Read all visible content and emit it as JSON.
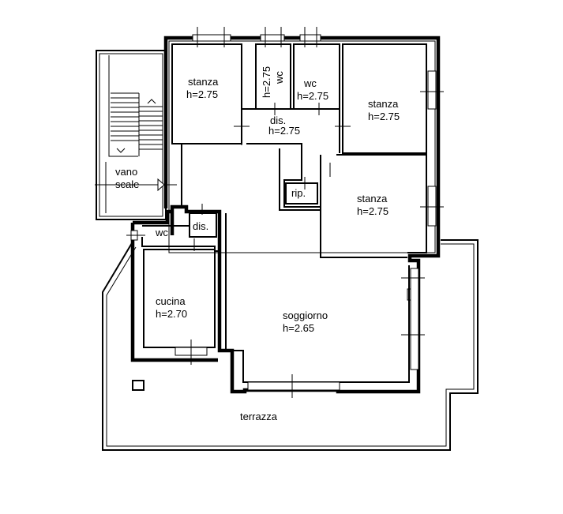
{
  "rooms": {
    "stanza_1": {
      "name": "stanza",
      "height": "h=2.75"
    },
    "wc_1": {
      "name": "wc",
      "height": "h=2.75"
    },
    "wc_2": {
      "name": "wc",
      "height": "h=2.75"
    },
    "stanza_2": {
      "name": "stanza",
      "height": "h=2.75"
    },
    "dis_1": {
      "name": "dis.",
      "height": "h=2.75"
    },
    "vano_scale": {
      "name": "vano",
      "name2": "scale"
    },
    "stanza_3": {
      "name": "stanza",
      "height": "h=2.75"
    },
    "rip": {
      "name": "rip."
    },
    "wc_3": {
      "name": "wc"
    },
    "dis_2": {
      "name": "dis."
    },
    "cucina": {
      "name": "cucina",
      "height": "h=2.70"
    },
    "soggiorno": {
      "name": "soggiorno",
      "height": "h=2.65"
    },
    "terrazza": {
      "name": "terrazza"
    }
  }
}
